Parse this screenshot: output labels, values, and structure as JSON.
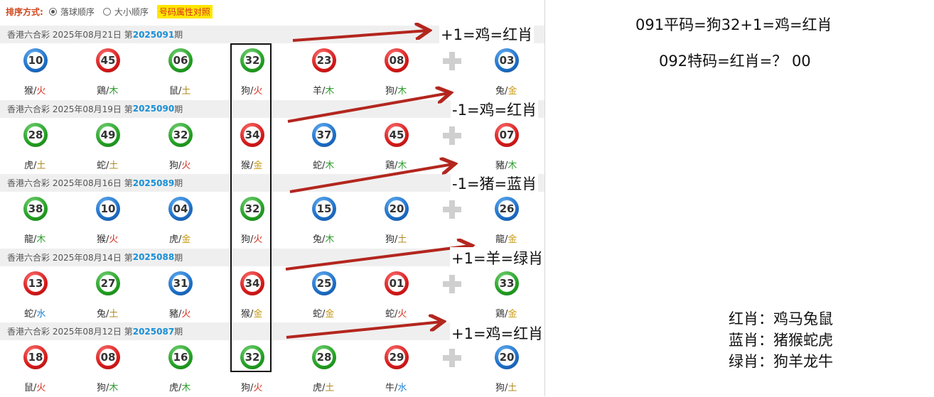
{
  "sort_bar": {
    "label": "排序方式:",
    "options": [
      "落球顺序",
      "大小顺序"
    ],
    "selected_index": 0,
    "button": "号码属性对照"
  },
  "draws": [
    {
      "prefix": "香港六合彩 2025年08月21日 第",
      "issue": "2025091",
      "suffix": "期",
      "balls": [
        {
          "num": "10",
          "color": "blue",
          "zodiac": "猴",
          "element": "火"
        },
        {
          "num": "45",
          "color": "red",
          "zodiac": "鶏",
          "element": "木"
        },
        {
          "num": "06",
          "color": "green",
          "zodiac": "鼠",
          "element": "土"
        },
        {
          "num": "32",
          "color": "green",
          "zodiac": "狗",
          "element": "火"
        },
        {
          "num": "23",
          "color": "red",
          "zodiac": "羊",
          "element": "木"
        },
        {
          "num": "08",
          "color": "red",
          "zodiac": "狗",
          "element": "木"
        },
        {
          "num": "03",
          "color": "blue",
          "zodiac": "兔",
          "element": "金"
        }
      ],
      "note": "+1=鸡=红肖"
    },
    {
      "prefix": "香港六合彩 2025年08月19日 第",
      "issue": "2025090",
      "suffix": "期",
      "balls": [
        {
          "num": "28",
          "color": "green",
          "zodiac": "虎",
          "element": "土"
        },
        {
          "num": "49",
          "color": "green",
          "zodiac": "蛇",
          "element": "土"
        },
        {
          "num": "32",
          "color": "green",
          "zodiac": "狗",
          "element": "火"
        },
        {
          "num": "34",
          "color": "red",
          "zodiac": "猴",
          "element": "金"
        },
        {
          "num": "37",
          "color": "blue",
          "zodiac": "蛇",
          "element": "木"
        },
        {
          "num": "45",
          "color": "red",
          "zodiac": "鶏",
          "element": "木"
        },
        {
          "num": "07",
          "color": "red",
          "zodiac": "豬",
          "element": "木"
        }
      ],
      "note": "-1=鸡=红肖"
    },
    {
      "prefix": "香港六合彩 2025年08月16日 第",
      "issue": "2025089",
      "suffix": "期",
      "balls": [
        {
          "num": "38",
          "color": "green",
          "zodiac": "龍",
          "element": "木"
        },
        {
          "num": "10",
          "color": "blue",
          "zodiac": "猴",
          "element": "火"
        },
        {
          "num": "04",
          "color": "blue",
          "zodiac": "虎",
          "element": "金"
        },
        {
          "num": "32",
          "color": "green",
          "zodiac": "狗",
          "element": "火"
        },
        {
          "num": "15",
          "color": "blue",
          "zodiac": "兔",
          "element": "木"
        },
        {
          "num": "20",
          "color": "blue",
          "zodiac": "狗",
          "element": "土"
        },
        {
          "num": "26",
          "color": "blue",
          "zodiac": "龍",
          "element": "金"
        }
      ],
      "note": "-1=猪=蓝肖"
    },
    {
      "prefix": "香港六合彩 2025年08月14日 第",
      "issue": "2025088",
      "suffix": "期",
      "balls": [
        {
          "num": "13",
          "color": "red",
          "zodiac": "蛇",
          "element": "水"
        },
        {
          "num": "27",
          "color": "green",
          "zodiac": "兔",
          "element": "土"
        },
        {
          "num": "31",
          "color": "blue",
          "zodiac": "豬",
          "element": "火"
        },
        {
          "num": "34",
          "color": "red",
          "zodiac": "猴",
          "element": "金"
        },
        {
          "num": "25",
          "color": "blue",
          "zodiac": "蛇",
          "element": "金"
        },
        {
          "num": "01",
          "color": "red",
          "zodiac": "蛇",
          "element": "火"
        },
        {
          "num": "33",
          "color": "green",
          "zodiac": "鶏",
          "element": "金"
        }
      ],
      "note": "+1=羊=绿肖"
    },
    {
      "prefix": "香港六合彩 2025年08月12日 第",
      "issue": "2025087",
      "suffix": "期",
      "balls": [
        {
          "num": "18",
          "color": "red",
          "zodiac": "鼠",
          "element": "火"
        },
        {
          "num": "08",
          "color": "red",
          "zodiac": "狗",
          "element": "木"
        },
        {
          "num": "16",
          "color": "green",
          "zodiac": "虎",
          "element": "木"
        },
        {
          "num": "32",
          "color": "green",
          "zodiac": "狗",
          "element": "火"
        },
        {
          "num": "28",
          "color": "green",
          "zodiac": "虎",
          "element": "土"
        },
        {
          "num": "29",
          "color": "red",
          "zodiac": "牛",
          "element": "水"
        },
        {
          "num": "20",
          "color": "blue",
          "zodiac": "狗",
          "element": "土"
        }
      ],
      "note": "+1=鸡=红肖"
    }
  ],
  "right_panel": {
    "line1": "091平码=狗32+1=鸡=红肖",
    "line2": "092特码=红肖=？ 00",
    "legend": [
      "红肖：鸡马兔鼠",
      "蓝肖：猪猴蛇虎",
      "绿肖：狗羊龙牛"
    ]
  },
  "colors": {
    "red": "#d71a1a",
    "blue": "#1e6fc8",
    "green": "#23a023",
    "issue_blue": "#1a8fd6",
    "arrow": "#b3261e",
    "button_bg": "#ffe600"
  }
}
